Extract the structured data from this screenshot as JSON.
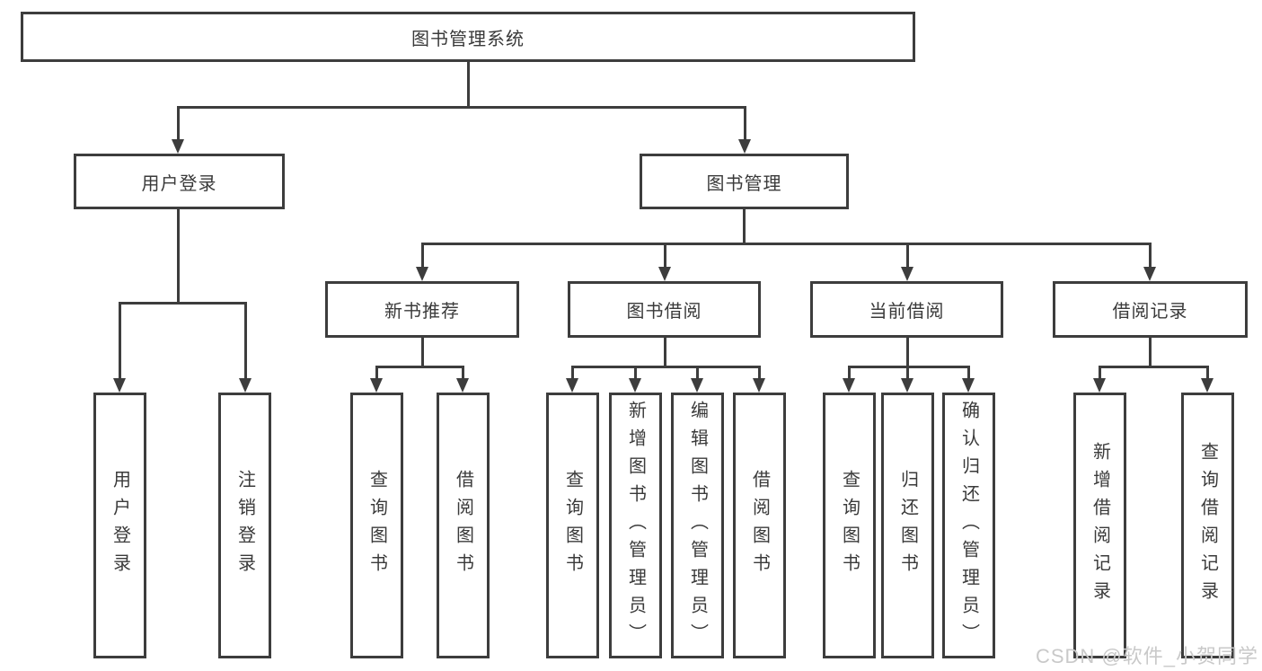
{
  "tree": {
    "label": "图书管理系统",
    "children": [
      {
        "label": "用户登录",
        "children": [
          {
            "label": "用户登录"
          },
          {
            "label": "注销登录"
          }
        ]
      },
      {
        "label": "图书管理",
        "children": [
          {
            "label": "新书推荐",
            "children": [
              {
                "label": "查询图书"
              },
              {
                "label": "借阅图书"
              }
            ]
          },
          {
            "label": "图书借阅",
            "children": [
              {
                "label": "查询图书"
              },
              {
                "label": "新增图书（管理员）"
              },
              {
                "label": "编辑图书（管理员）"
              },
              {
                "label": "借阅图书"
              }
            ]
          },
          {
            "label": "当前借阅",
            "children": [
              {
                "label": "查询图书"
              },
              {
                "label": "归还图书"
              },
              {
                "label": "确认归还（管理员）"
              }
            ]
          },
          {
            "label": "借阅记录",
            "children": [
              {
                "label": "新增借阅记录"
              },
              {
                "label": "查询借阅记录"
              }
            ]
          }
        ]
      }
    ]
  },
  "watermark": {
    "text": "CSDN @软件_小贺同学"
  },
  "colors": {
    "line": "#3d3d3d",
    "text": "#3a3a3a",
    "watermark": "#c9c9c9",
    "bg": "#ffffff"
  }
}
